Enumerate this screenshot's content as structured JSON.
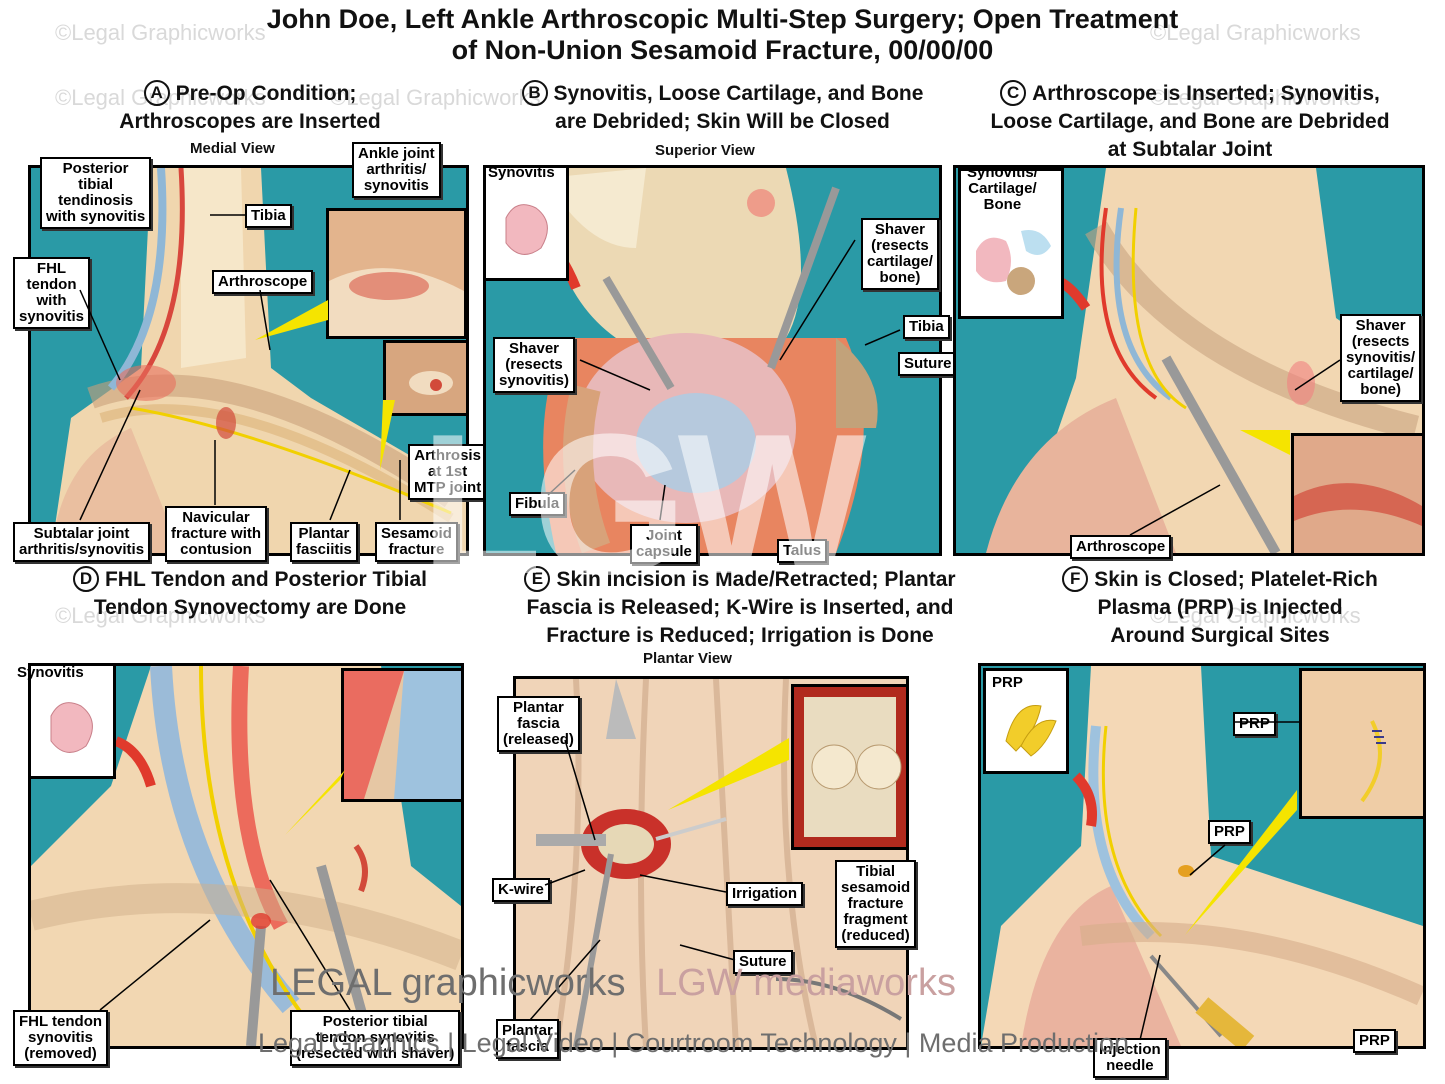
{
  "title": {
    "line1": "John Doe, Left Ankle Arthroscopic Multi-Step Surgery; Open Treatment",
    "line2": "of Non-Union Sesamoid Fracture, 00/00/00"
  },
  "watermark": "©Legal Graphicworks",
  "panels": {
    "A": {
      "letter": "A",
      "line1": "Pre-Op Condition;",
      "line2": "Arthroscopes are Inserted",
      "view": "Medial View",
      "labels": [
        "Posterior\ntibial\ntendinosis\nwith synovitis",
        "Tibia",
        "Ankle joint\narthritis/\nsynovitis",
        "FHL\ntendon\nwith\nsynovitis",
        "Arthroscope",
        "Arthrosis\nat 1st\nMTP joint",
        "Subtalar joint\narthritis/synovitis",
        "Navicular\nfracture with\ncontusion",
        "Plantar\nfasciitis",
        "Sesamoid\nfracture"
      ]
    },
    "B": {
      "letter": "B",
      "line1": "Synovitis, Loose Cartilage, and Bone",
      "line2": "are Debrided; Skin Will be Closed",
      "view": "Superior View",
      "labels": [
        "Synovitis",
        "Shaver\n(resects\ncartilage/\nbone)",
        "Tibia",
        "Suture",
        "Shaver\n(resects\nsynovitis)",
        "Fibula",
        "Joint\ncapsule",
        "Talus"
      ]
    },
    "C": {
      "letter": "C",
      "line1": "Arthroscope is Inserted; Synovitis,",
      "line2": "Loose Cartilage, and Bone are Debrided",
      "line3": "at Subtalar Joint",
      "labels": [
        "Synovitis/\nCartilage/\nBone",
        "Shaver\n(resects\nsynovitis/\ncartilage/\nbone)",
        "Arthroscope"
      ]
    },
    "D": {
      "letter": "D",
      "line1": "FHL Tendon and Posterior Tibial",
      "line2": "Tendon Synovectomy are Done",
      "labels": [
        "Synovitis",
        "FHL tendon\nsynovitis\n(removed)",
        "Posterior tibial\ntendon synovitis\n(resected with shaver)"
      ]
    },
    "E": {
      "letter": "E",
      "line1": "Skin Incision is Made/Retracted; Plantar",
      "line2": "Fascia is Released; K-Wire is Inserted, and",
      "line3": "Fracture is Reduced; Irrigation is Done",
      "view": "Plantar View",
      "labels": [
        "Plantar\nfascia\n(released)",
        "K-wire",
        "Irrigation",
        "Tibial\nsesamoid\nfracture\nfragment\n(reduced)",
        "Suture",
        "Plantar\nfascia"
      ]
    },
    "F": {
      "letter": "F",
      "line1": "Skin is Closed; Platelet-Rich",
      "line2": "Plasma (PRP) is Injected",
      "line3": "Around Surgical Sites",
      "labels": [
        "PRP",
        "PRP",
        "PRP",
        "PRP",
        "Injection\nneedle"
      ]
    }
  },
  "footer": {
    "brand1": "LEGAL graphicworks",
    "brand2": "LGW mediaworks",
    "tagline": "Legal Graphics | Legal Video | Courtroom Technology | Media Production"
  },
  "big_logo": "LGW",
  "colors": {
    "teal": "#2a9aa6",
    "callout": "#f5e400",
    "arrow": "#e03a2c"
  }
}
